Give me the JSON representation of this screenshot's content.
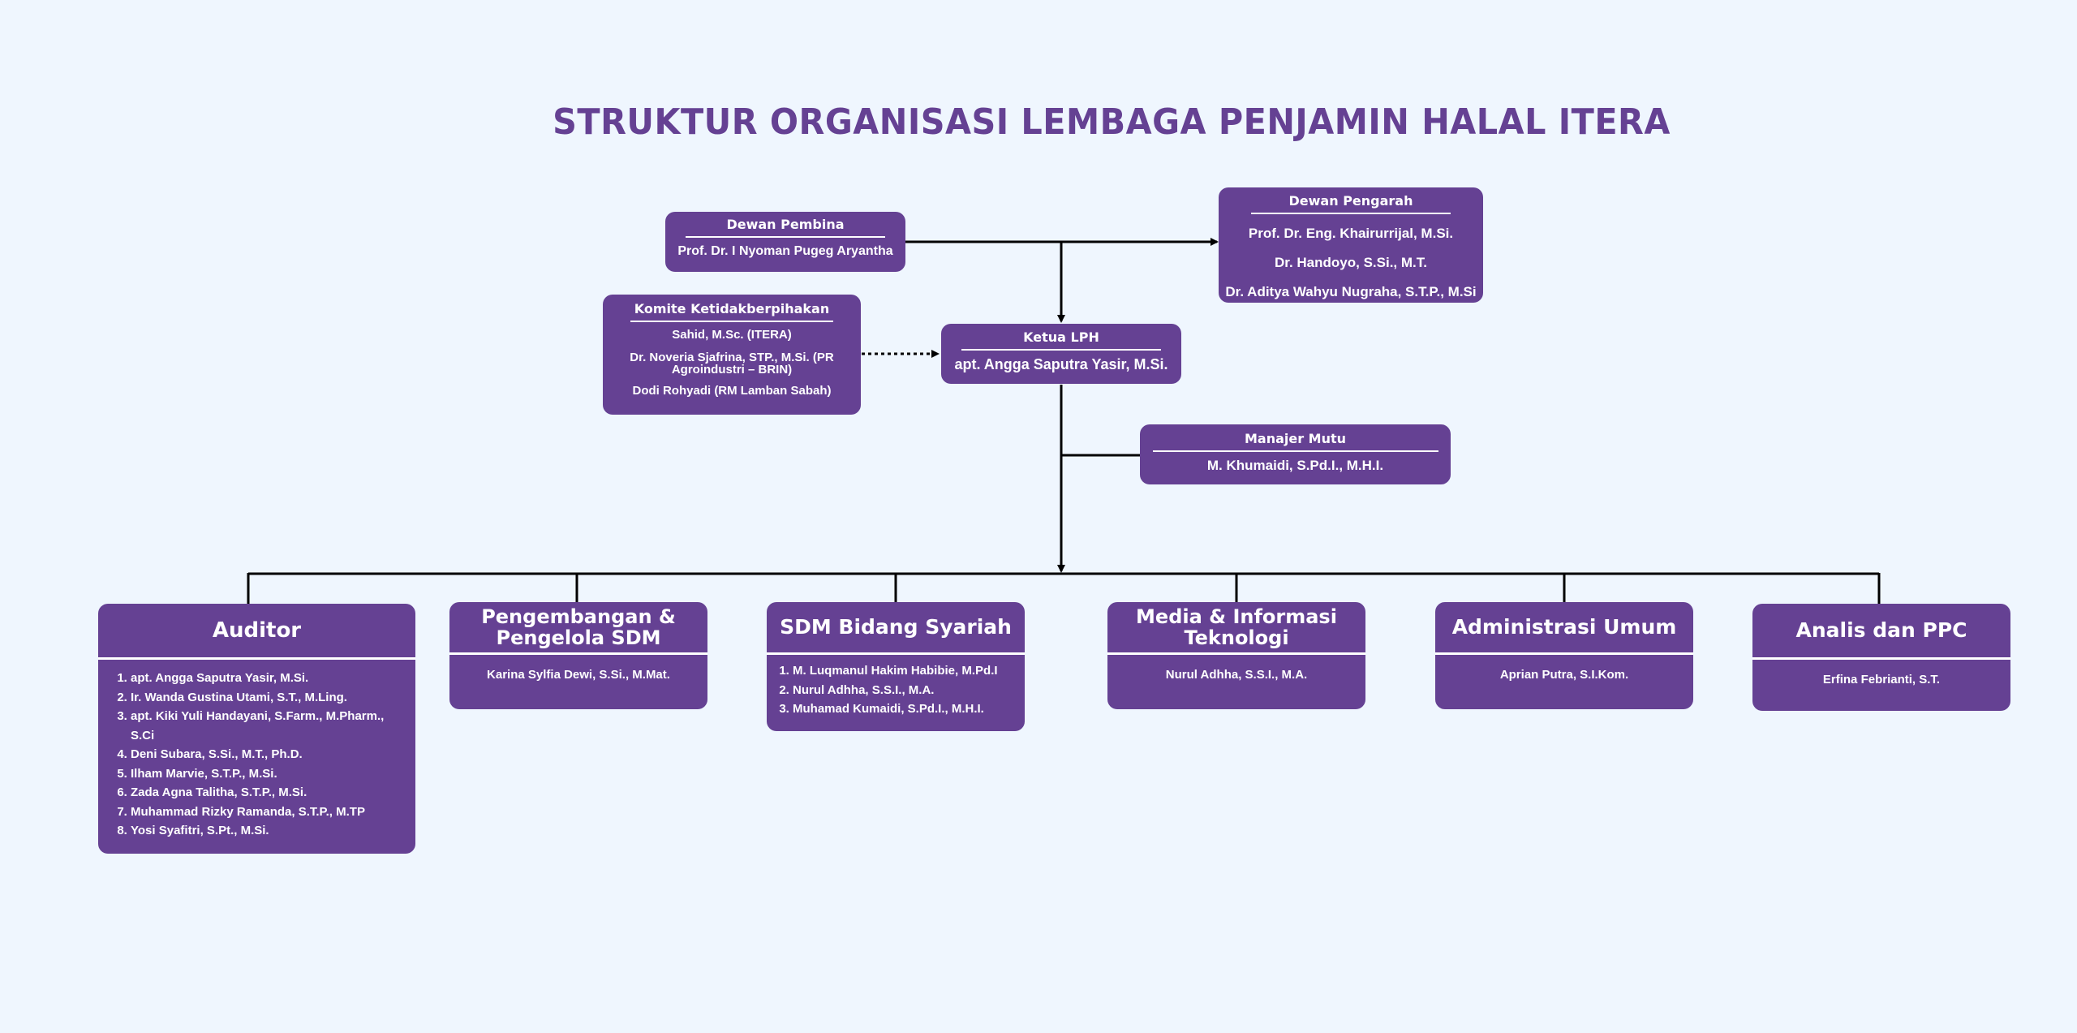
{
  "title": "STRUKTUR ORGANISASI LEMBAGA PENJAMIN HALAL ITERA",
  "dewan_pembina": {
    "heading": "Dewan Pembina",
    "members": [
      "Prof. Dr. I Nyoman Pugeg Aryantha"
    ]
  },
  "dewan_pengarah": {
    "heading": "Dewan Pengarah",
    "members": [
      "Prof. Dr. Eng. Khairurrijal, M.Si.",
      "Dr. Handoyo, S.Si., M.T.",
      "Dr. Aditya Wahyu Nugraha, S.T.P., M.Si"
    ]
  },
  "komite": {
    "heading": "Komite Ketidakberpihakan",
    "members": [
      "Sahid, M.Sc. (ITERA)",
      "Dr. Noveria Sjafrina, STP., M.Si. (PR Agroindustri – BRIN)",
      "Dodi Rohyadi (RM Lamban Sabah)"
    ]
  },
  "ketua": {
    "heading": "Ketua LPH",
    "members": [
      "apt. Angga Saputra Yasir, M.Si."
    ]
  },
  "manajer_mutu": {
    "heading": "Manajer Mutu",
    "members": [
      "M. Khumaidi, S.Pd.I., M.H.I."
    ]
  },
  "departments": [
    {
      "heading": "Auditor",
      "members": [
        "apt. Angga Saputra Yasir, M.Si.",
        "Ir. Wanda Gustina Utami, S.T., M.Ling.",
        "apt. Kiki Yuli Handayani, S.Farm., M.Pharm., S.Ci",
        "Deni Subara, S.Si., M.T., Ph.D.",
        "Ilham Marvie, S.T.P., M.Si.",
        "Zada Agna Talitha, S.T.P., M.Si.",
        "Muhammad Rizky Ramanda, S.T.P., M.TP",
        "Yosi Syafitri, S.Pt., M.Si."
      ]
    },
    {
      "heading": "Pengembangan & Pengelola SDM",
      "members": [
        "Karina Sylfia Dewi, S.Si., M.Mat."
      ]
    },
    {
      "heading": "SDM Bidang Syariah",
      "members": [
        "M. Luqmanul Hakim Habibie, M.Pd.I",
        "Nurul Adhha, S.S.I., M.A.",
        "Muhamad Kumaidi, S.Pd.I., M.H.I."
      ]
    },
    {
      "heading": "Media & Informasi Teknologi",
      "members": [
        "Nurul Adhha, S.S.I., M.A."
      ]
    },
    {
      "heading": "Administrasi Umum",
      "members": [
        "Aprian Putra, S.I.Kom."
      ]
    },
    {
      "heading": "Analis dan PPC",
      "members": [
        "Erfina Febrianti, S.T."
      ]
    }
  ]
}
